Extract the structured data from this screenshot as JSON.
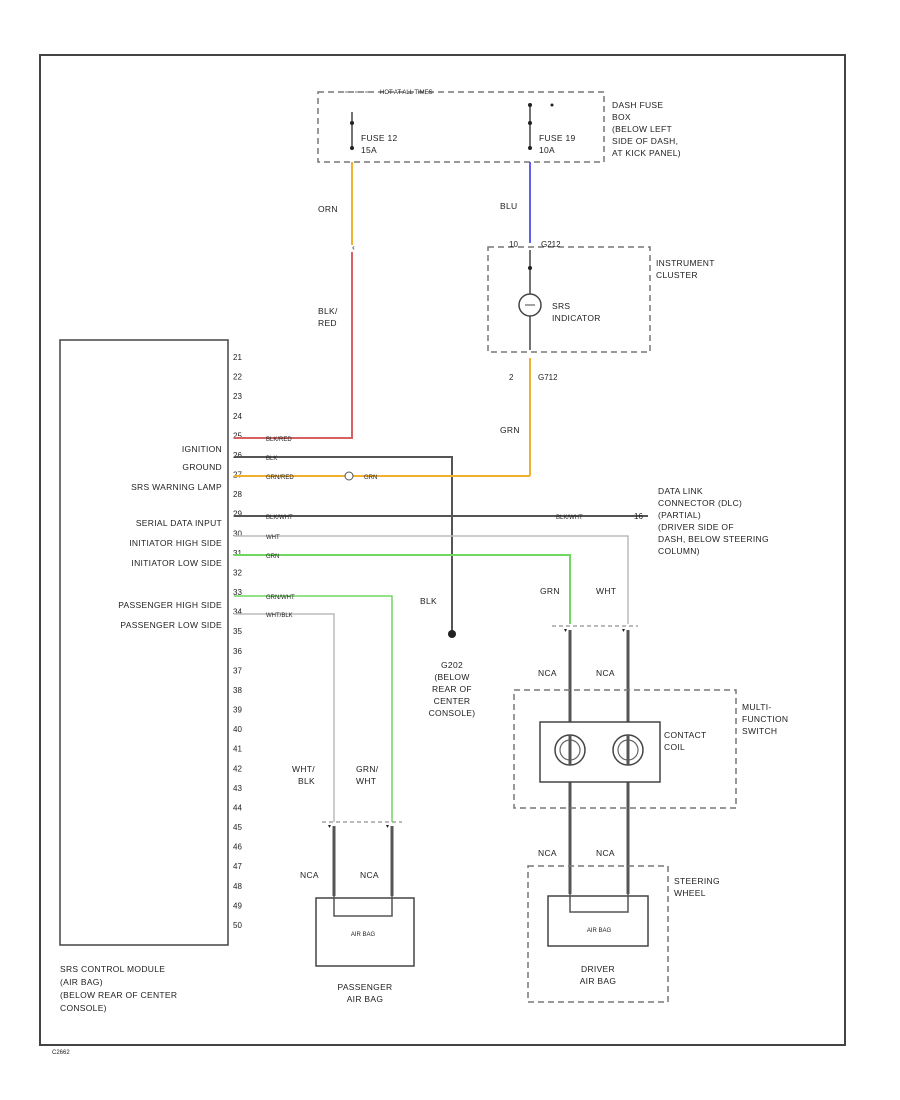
{
  "fuse_box": {
    "header": "HOT AT ALL TIMES",
    "fuse1_name": "FUSE 12",
    "fuse1_rating": "15A",
    "fuse2_name": "FUSE 19",
    "fuse2_rating": "10A",
    "label": [
      "DASH FUSE",
      "BOX",
      "(BELOW LEFT",
      "SIDE OF DASH,",
      "AT KICK PANEL)"
    ]
  },
  "instrument_cluster": {
    "label": [
      "INSTRUMENT",
      "CLUSTER"
    ],
    "pin_top_left": "10",
    "pin_top_right": "G212",
    "indicator_label": [
      "SRS",
      "INDICATOR"
    ],
    "pin_bottom_left": "2",
    "pin_bottom_right": "G712"
  },
  "wires": {
    "orn": "ORN",
    "blu": "BLU",
    "blk_red": [
      "BLK/",
      "RED"
    ],
    "grn_cluster": "GRN",
    "ignition_code": "BLK/RED",
    "ground_code": "BLK",
    "lamp_code": "GRN/RED",
    "lamp_code2": "GRN",
    "serial_code": "BLK/WHT",
    "serial_code2": "BLK/WHT",
    "init_high_code": "WHT",
    "init_low_code": "GRN",
    "pass_high_code": "GRN/WHT",
    "pass_low_code": "WHT/BLK",
    "ground_wire": "BLK",
    "driver_grn": "GRN",
    "driver_wht": "WHT",
    "nca_1": "NCA",
    "nca_2": "NCA",
    "nca_3": "NCA",
    "nca_4": "NCA",
    "pass_left": [
      "WHT/",
      "BLK"
    ],
    "pass_right": [
      "GRN/",
      "WHT"
    ],
    "nca_5": "NCA",
    "nca_6": "NCA"
  },
  "dlc": {
    "pin": "16",
    "label": [
      "DATA LINK",
      "CONNECTOR (DLC)",
      "(PARTIAL)",
      "(DRIVER SIDE OF",
      "DASH, BELOW STEERING",
      "COLUMN)"
    ]
  },
  "srs_module": {
    "signals": [
      "IGNITION",
      "GROUND",
      "SRS WARNING LAMP",
      "SERIAL DATA INPUT",
      "INITIATOR HIGH SIDE",
      "INITIATOR LOW SIDE",
      "PASSENGER HIGH SIDE",
      "PASSENGER LOW SIDE"
    ],
    "pins": [
      "21",
      "22",
      "23",
      "24",
      "25",
      "26",
      "27",
      "28",
      "29",
      "30",
      "31",
      "32",
      "33",
      "34",
      "35",
      "36",
      "37",
      "38",
      "39",
      "40",
      "41",
      "42",
      "43",
      "44",
      "45",
      "46",
      "47",
      "48",
      "49",
      "50"
    ],
    "label": [
      "SRS CONTROL MODULE",
      "(AIR BAG)",
      "(BELOW REAR OF CENTER",
      "CONSOLE)"
    ]
  },
  "ground": {
    "label": [
      "G202",
      "(BELOW",
      "REAR OF",
      "CENTER",
      "CONSOLE)"
    ]
  },
  "multifunction": {
    "label": [
      "MULTI-",
      "FUNCTION",
      "SWITCH"
    ],
    "coil_label": [
      "CONTACT",
      "COIL"
    ]
  },
  "steering_wheel": {
    "label": [
      "STEERING",
      "WHEEL"
    ],
    "airbag_label": [
      "DRIVER",
      "AIR BAG"
    ],
    "inner": "AIR BAG"
  },
  "passenger_airbag": {
    "label": [
      "PASSENGER",
      "AIR BAG"
    ],
    "inner": "AIR BAG"
  },
  "footer": "C2662",
  "colors": {
    "orange": "#f0b030",
    "blue": "#6060e8",
    "red": "#d86060",
    "green": "#70d860",
    "gray": "#555555",
    "light_gray": "#bbbbbb"
  }
}
